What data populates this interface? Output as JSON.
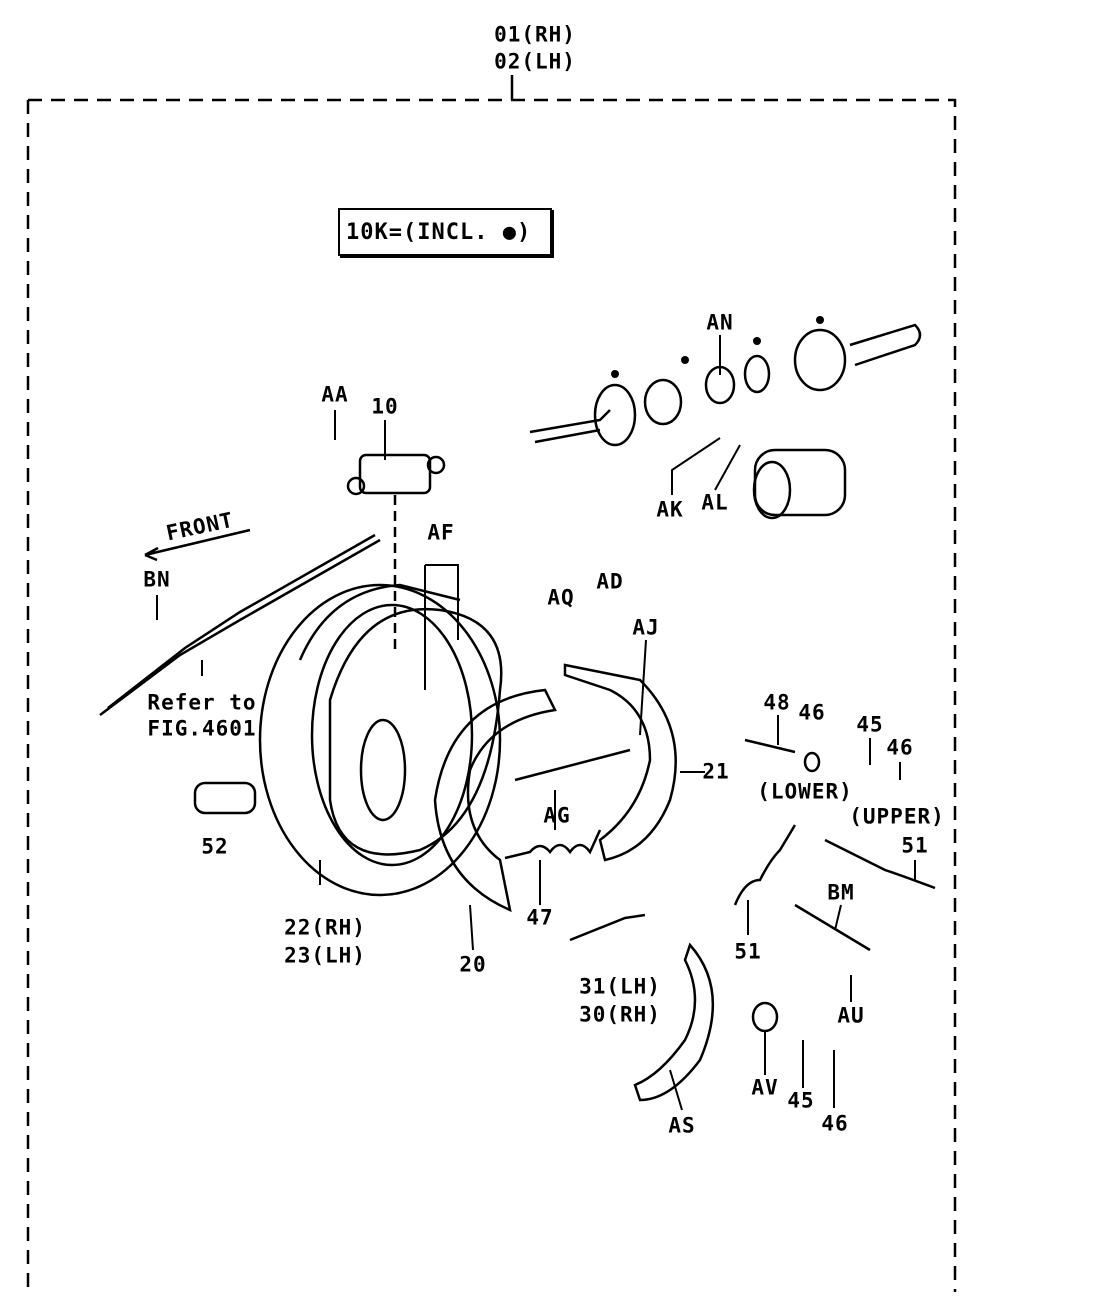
{
  "assembly": {
    "rh": "01(RH)",
    "lh": "02(LH)"
  },
  "kit_note": "10K=(INCL. ●)",
  "labels": {
    "an": "AN",
    "aa": "AA",
    "p10": "10",
    "ak": "AK",
    "al": "AL",
    "front": "FRONT",
    "af": "AF",
    "bn": "BN",
    "aq": "AQ",
    "ad": "AD",
    "aj": "AJ",
    "refer": "Refer to",
    "fig": "FIG.4601",
    "p48": "48",
    "p46a": "46",
    "p45a": "45",
    "p46b": "46",
    "p21": "21",
    "lower": "(LOWER)",
    "upper": "(UPPER)",
    "ag": "AG",
    "p52": "52",
    "p51a": "51",
    "bm": "BM",
    "p22": "22(RH)",
    "p23": "23(LH)",
    "p47": "47",
    "p51b": "51",
    "p20": "20",
    "p31": "31(LH)",
    "p30": "30(RH)",
    "au": "AU",
    "av": "AV",
    "p45b": "45",
    "as": "AS",
    "p46c": "46"
  }
}
